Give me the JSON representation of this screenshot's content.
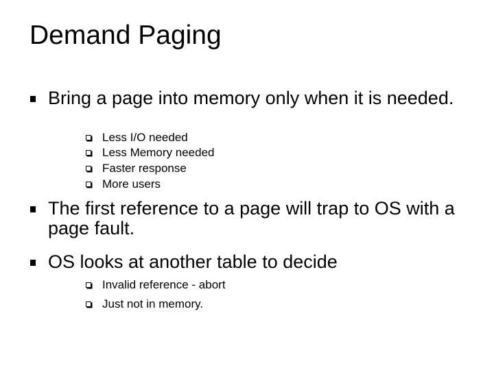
{
  "slide": {
    "title": "Demand Paging",
    "bullets": [
      {
        "text": "Bring a page into memory only when it is needed.",
        "sub_items": [
          "Less I/O needed",
          "Less Memory needed",
          "Faster response",
          "More users"
        ]
      },
      {
        "text": "The first reference to a page will trap to OS with a page fault.",
        "sub_items": []
      },
      {
        "text": "OS looks at another table to decide",
        "sub_items": [
          "Invalid reference - abort",
          "Just not in memory."
        ]
      }
    ]
  }
}
